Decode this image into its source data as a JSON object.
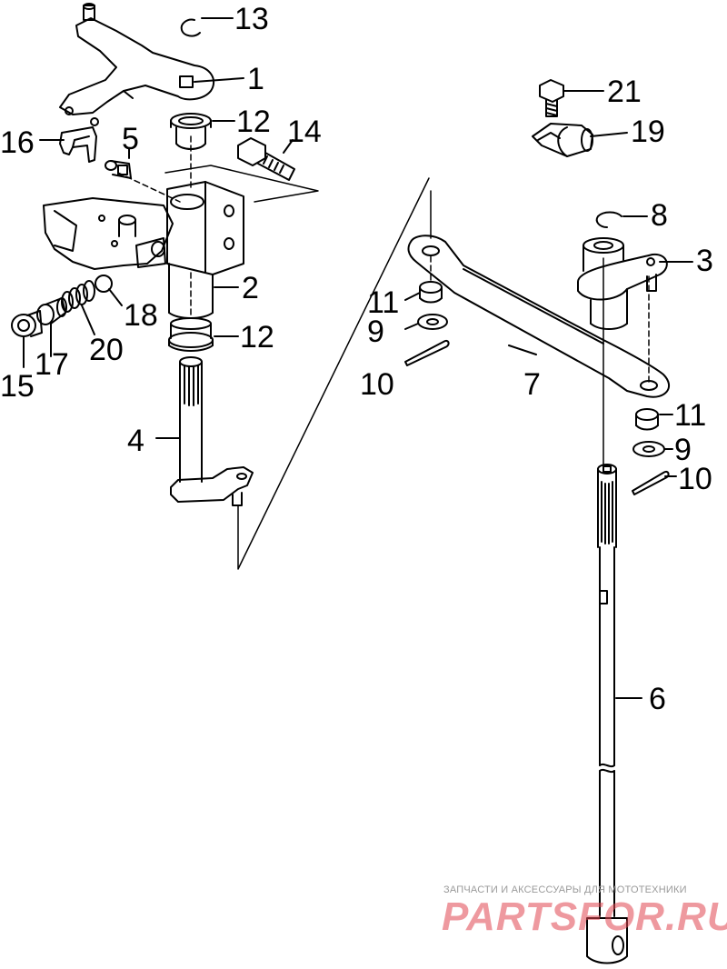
{
  "callouts": {
    "c1": "1",
    "c2": "2",
    "c3": "3",
    "c4": "4",
    "c5": "5",
    "c6": "6",
    "c7": "7",
    "c8": "8",
    "c9a": "9",
    "c9b": "9",
    "c10a": "10",
    "c10b": "10",
    "c11a": "11",
    "c11b": "11",
    "c12a": "12",
    "c12b": "12",
    "c13": "13",
    "c14": "14",
    "c15": "15",
    "c16": "16",
    "c17": "17",
    "c18": "18",
    "c19": "19",
    "c20": "20",
    "c21": "21"
  },
  "watermark": {
    "caption": "ЗАПЧАСТИ И АКСЕССУАРЫ ДЛЯ МОТОТЕХНИКИ",
    "logo": "PARTSFOR.RU",
    "color": "#e04650"
  }
}
